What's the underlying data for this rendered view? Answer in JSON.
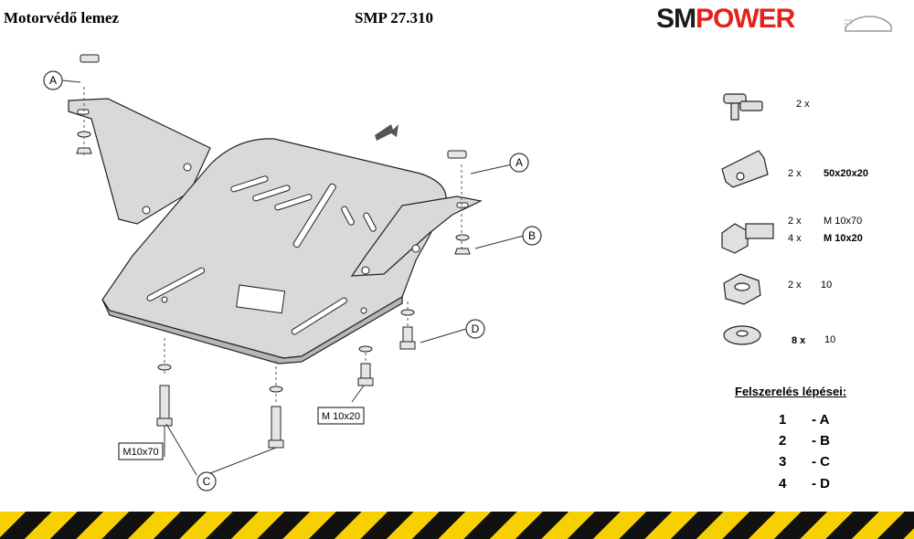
{
  "header": {
    "title": "Motorvédő lemez",
    "part_number": "SMP 27.310",
    "logo_a": "SM",
    "logo_b": "POWER",
    "logo_colors": {
      "dark": "#1a1a1a",
      "red": "#e4211b"
    }
  },
  "callouts": {
    "a": "A",
    "b": "B",
    "c": "C",
    "d": "D"
  },
  "boxes": {
    "bolt_long": "M10x70",
    "bolt_short": "M 10x20"
  },
  "parts": [
    {
      "icon": "quick-bolt-icon",
      "qty": "2 x",
      "spec": "",
      "spec2": ""
    },
    {
      "icon": "clip-nut-icon",
      "qty": "2 x",
      "spec": "50x20x20",
      "spec2": ""
    },
    {
      "icon": "hex-bolt-icon",
      "qty": "2 x",
      "spec": "M 10x70",
      "qty2": "4 x",
      "spec2": "M 10x20"
    },
    {
      "icon": "hex-nut-icon",
      "qty": "2 x",
      "spec": "10",
      "spec2": ""
    },
    {
      "icon": "washer-icon",
      "qty": "8 x",
      "spec": "10",
      "spec2": ""
    }
  ],
  "steps": {
    "heading": "Felszerelés lépései:",
    "items": [
      {
        "num": "1",
        "label": "- A"
      },
      {
        "num": "2",
        "label": "- B"
      },
      {
        "num": "3",
        "label": "- C"
      },
      {
        "num": "4",
        "label": "- D"
      }
    ]
  }
}
